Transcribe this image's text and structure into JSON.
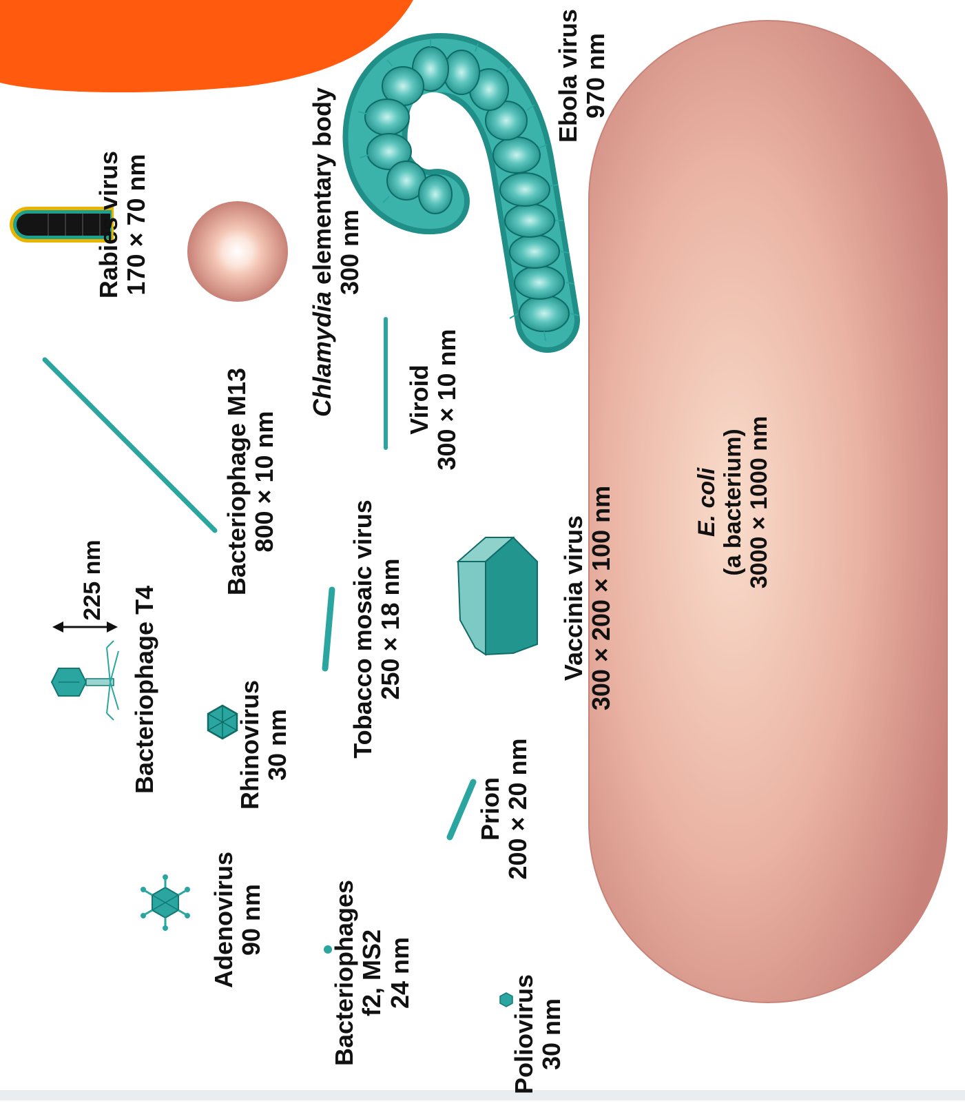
{
  "colors": {
    "accent_orange": "#ff5a0d",
    "virus_teal": "#2aa5a0",
    "virus_teal_dark": "#127873",
    "bacterium_pink": "#e7a898",
    "bacterium_edge": "#c98278",
    "rabies_yellow": "#e9b400",
    "chlamydia_pink": "#dd9a8e"
  },
  "specimens": [
    {
      "id": "adenovirus",
      "icon": "adenovirus-icon",
      "lines": [
        "Adenovirus",
        "90 nm"
      ]
    },
    {
      "id": "bacteriophage-t4",
      "icon": "bacteriophage-t4-icon",
      "lines": [
        "Bacteriophage T4"
      ],
      "scale_label": "225 nm"
    },
    {
      "id": "bacteriophage-m13",
      "icon": "bacteriophage-m13-icon",
      "lines": [
        "Bacteriophage M13",
        "800 × 10 nm"
      ]
    },
    {
      "id": "rabies-virus",
      "icon": "rabies-virus-icon",
      "lines": [
        "Rabies virus",
        "170 × 70 nm"
      ]
    },
    {
      "id": "rhinovirus",
      "icon": "rhinovirus-icon",
      "lines": [
        "Rhinovirus",
        "30 nm"
      ]
    },
    {
      "id": "bacteriophages-f2-ms2",
      "icon": "bacteriophage-f2-icon",
      "lines": [
        "Bacteriophages",
        "f2, MS2",
        "24 nm"
      ]
    },
    {
      "id": "tobacco-mosaic-virus",
      "icon": "tobacco-mosaic-virus-icon",
      "lines": [
        "Tobacco mosaic virus",
        "250 × 18 nm"
      ]
    },
    {
      "id": "chlamydia",
      "icon": "chlamydia-icon",
      "lines_italic_prefix": "Chlamydia",
      "lines": [
        " elementary body",
        "300 nm"
      ]
    },
    {
      "id": "viroid",
      "icon": "viroid-icon",
      "lines": [
        "Viroid",
        "300 × 10 nm"
      ]
    },
    {
      "id": "prion",
      "icon": "prion-icon",
      "lines": [
        "Prion",
        "200 × 20 nm"
      ]
    },
    {
      "id": "poliovirus",
      "icon": "poliovirus-icon",
      "lines": [
        "Poliovirus",
        "30 nm"
      ]
    },
    {
      "id": "vaccinia-virus",
      "icon": "vaccinia-virus-icon",
      "lines": [
        "Vaccinia virus",
        "300 × 200 × 100 nm"
      ]
    },
    {
      "id": "ebola-virus",
      "icon": "ebola-virus-icon",
      "lines": [
        "Ebola virus",
        "970 nm"
      ]
    },
    {
      "id": "e-coli",
      "icon": "e-coli-icon",
      "lines_italic": "E. coli",
      "lines": [
        "(a bacterium)",
        "3000 × 1000 nm"
      ]
    }
  ]
}
